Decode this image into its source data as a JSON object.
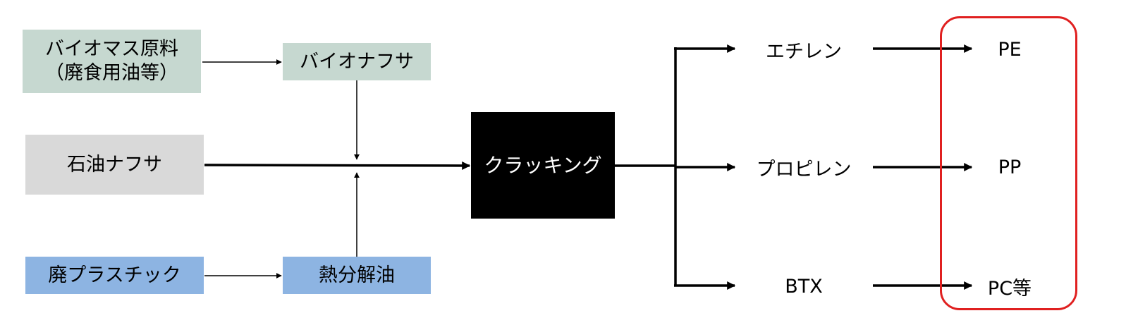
{
  "colors": {
    "biomass_fill": "#c6d8d0",
    "petro_fill": "#d9d9d9",
    "plastic_fill": "#8db4e2",
    "cracking_fill": "#000000",
    "highlight_frame": "#e02020",
    "line": "#000000"
  },
  "boxes": {
    "biomass": "バイオマス原料\n（廃食用油等）",
    "bionaphtha": "バイオナフサ",
    "petro_naphtha": "石油ナフサ",
    "cracking": "クラッキング",
    "waste_plastic": "廃プラスチック",
    "pyrolysis_oil": "熱分解油"
  },
  "intermediates": {
    "ethylene": "エチレン",
    "propylene": "プロピレン",
    "btx": "BTX"
  },
  "products": {
    "pe": "PE",
    "pp": "PP",
    "pc": "PC等"
  }
}
